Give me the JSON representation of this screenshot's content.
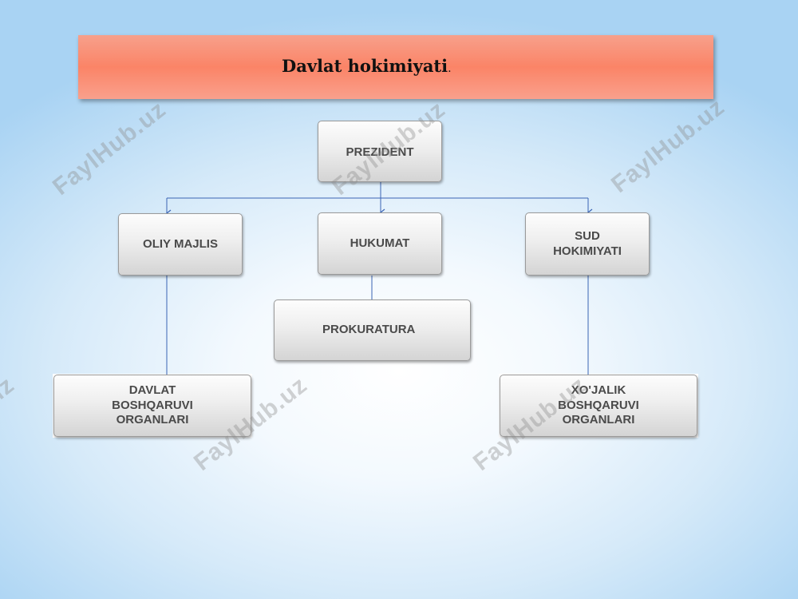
{
  "title": {
    "text": "Davlat hokimiyati",
    "suffix": "."
  },
  "nodes": {
    "prezident": "PREZIDENT",
    "oliy_majlis": "OLIY MAJLIS",
    "hukumat": "HUKUMAT",
    "sud_hokimiyati": "SUD HOKIMIYATI",
    "prokuratura": "PROKURATURA",
    "davlat_boshqaruvi_organlari": "DAVLAT BOSHQARUVI ORGANLARI",
    "xojalik_boshqaruvi_organlari": "XO'JALIK BOSHQARUVI ORGANLARI"
  },
  "watermark": "FaylHub.uz",
  "colors": {
    "banner": "#fb8467",
    "connector": "#3a64b4",
    "node_text": "#4a4a4a"
  }
}
